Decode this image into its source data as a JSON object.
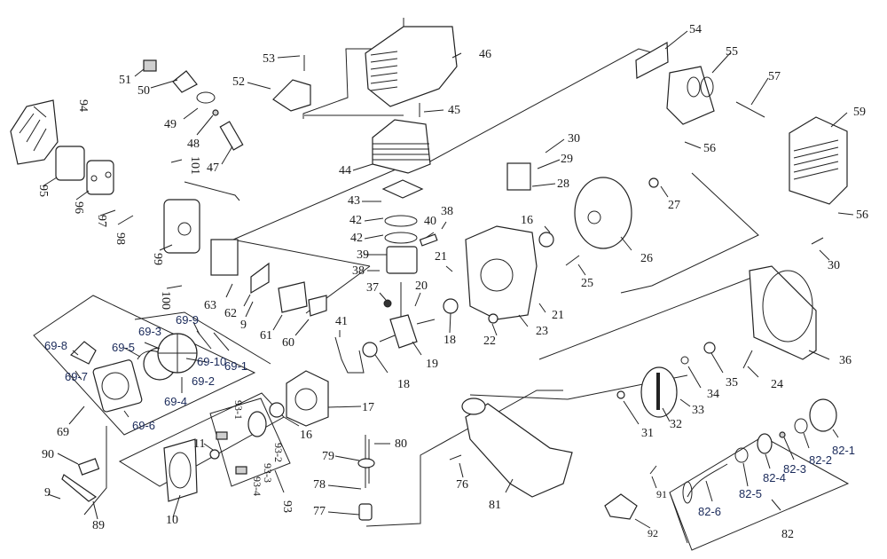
{
  "diagram": {
    "type": "exploded-parts-view",
    "subject": "two-stroke engine",
    "labels": {
      "p94": "94",
      "p95": "95",
      "p96": "96",
      "p97": "97",
      "p98": "98",
      "p99": "99",
      "p100": "100",
      "p101": "101",
      "p51": "51",
      "p50": "50",
      "p49": "49",
      "p48": "48",
      "p47": "47",
      "p52": "52",
      "p53": "53",
      "p46": "46",
      "p45": "45",
      "p44": "44",
      "p43": "43",
      "p42a": "42",
      "p42b": "42",
      "p39": "39",
      "p38a": "38",
      "p38b": "38",
      "p40": "40",
      "p37": "37",
      "p20": "20",
      "p21a": "21",
      "p21b": "21",
      "p19": "19",
      "p18a": "18",
      "p18b": "18",
      "p22": "22",
      "p23": "23",
      "p16a": "16",
      "p16b": "16",
      "p25": "25",
      "p26": "26",
      "p27": "27",
      "p28": "28",
      "p29": "29",
      "p30a": "30",
      "p30b": "30",
      "p54": "54",
      "p55": "55",
      "p56a": "56",
      "p56b": "56",
      "p57": "57",
      "p59": "59",
      "p63": "63",
      "p62": "62",
      "p9a": "9",
      "p61": "61",
      "p60": "60",
      "p41": "41",
      "p17": "17",
      "p69": "69",
      "p69_1": "69-1",
      "p69_2": "69-2",
      "p69_3": "69-3",
      "p69_4": "69-4",
      "p69_5": "69-5",
      "p69_6": "69-6",
      "p69_7": "69-7",
      "p69_8": "69-8",
      "p69_9": "69-9",
      "p69_10": "69-10",
      "p90": "90",
      "p9b": "9",
      "p89": "89",
      "p10": "10",
      "p11": "11",
      "p93": "93",
      "p93_1": "93-1",
      "p93_2": "93-2",
      "p93_3": "93-3",
      "p93_4": "93-4",
      "p80": "80",
      "p79": "79",
      "p78": "78",
      "p77": "77",
      "p76": "76",
      "p81": "81",
      "p31": "31",
      "p32": "32",
      "p33": "33",
      "p34": "34",
      "p35": "35",
      "p24": "24",
      "p36": "36",
      "p91": "91",
      "p92": "92",
      "p82": "82",
      "p82_1": "82-1",
      "p82_2": "82-2",
      "p82_3": "82-3",
      "p82_4": "82-4",
      "p82_5": "82-5",
      "p82_6": "82-6"
    }
  }
}
